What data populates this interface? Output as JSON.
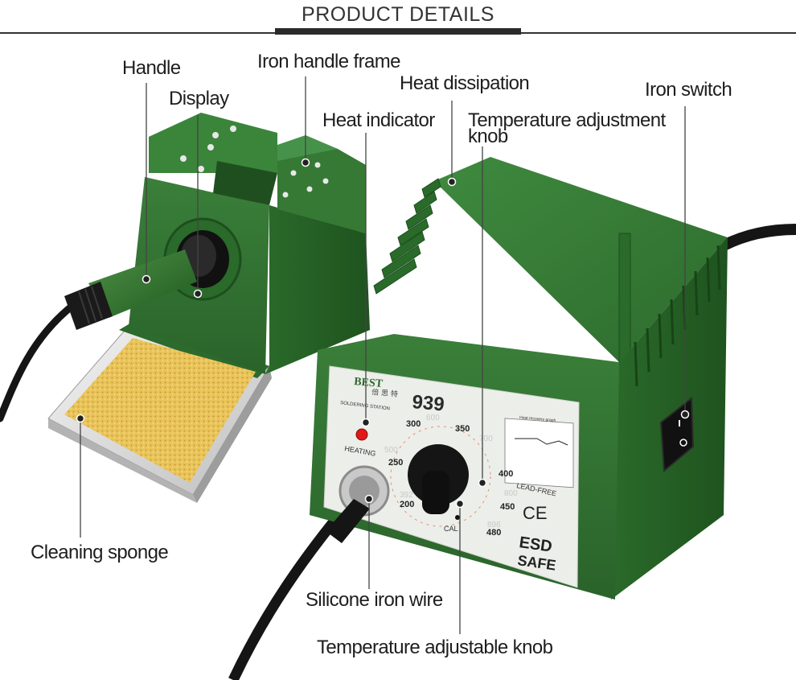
{
  "header": {
    "title": "PRODUCT DETAILS"
  },
  "labels": {
    "handle": "Handle",
    "display": "Display",
    "iron_handle_frame": "Iron handle frame",
    "heat_dissipation": "Heat dissipation",
    "heat_indicator": "Heat indicator",
    "temp_adjust_knob_top": "Temperature adjustment knob",
    "iron_switch": "Iron switch",
    "cleaning_sponge": "Cleaning sponge",
    "silicone_iron_wire": "Silicone iron wire",
    "temp_adjustable_knob": "Temperature adjustable knob"
  },
  "panel": {
    "brand": "BEST",
    "brand_cn": "倍 思 特",
    "subtitle": "SOLDERING STATION",
    "model": "939",
    "heating": "HEATING",
    "lead_free": "LEAD-FREE",
    "cal": "CAL",
    "ce": "CE",
    "esd1": "ESD",
    "esd2": "SAFE",
    "graph_title": "Heat recovery graph",
    "dial_c": [
      "200",
      "250",
      "300",
      "350",
      "400",
      "450",
      "480"
    ],
    "dial_f": [
      "392",
      "500",
      "600",
      "700",
      "800",
      "896"
    ]
  },
  "colors": {
    "body_green": "#2f6e2f",
    "panel_white": "#eceeea",
    "sponge": "#e9c45a",
    "cable": "#1a1a1a",
    "indicator_red": "#e01818"
  }
}
